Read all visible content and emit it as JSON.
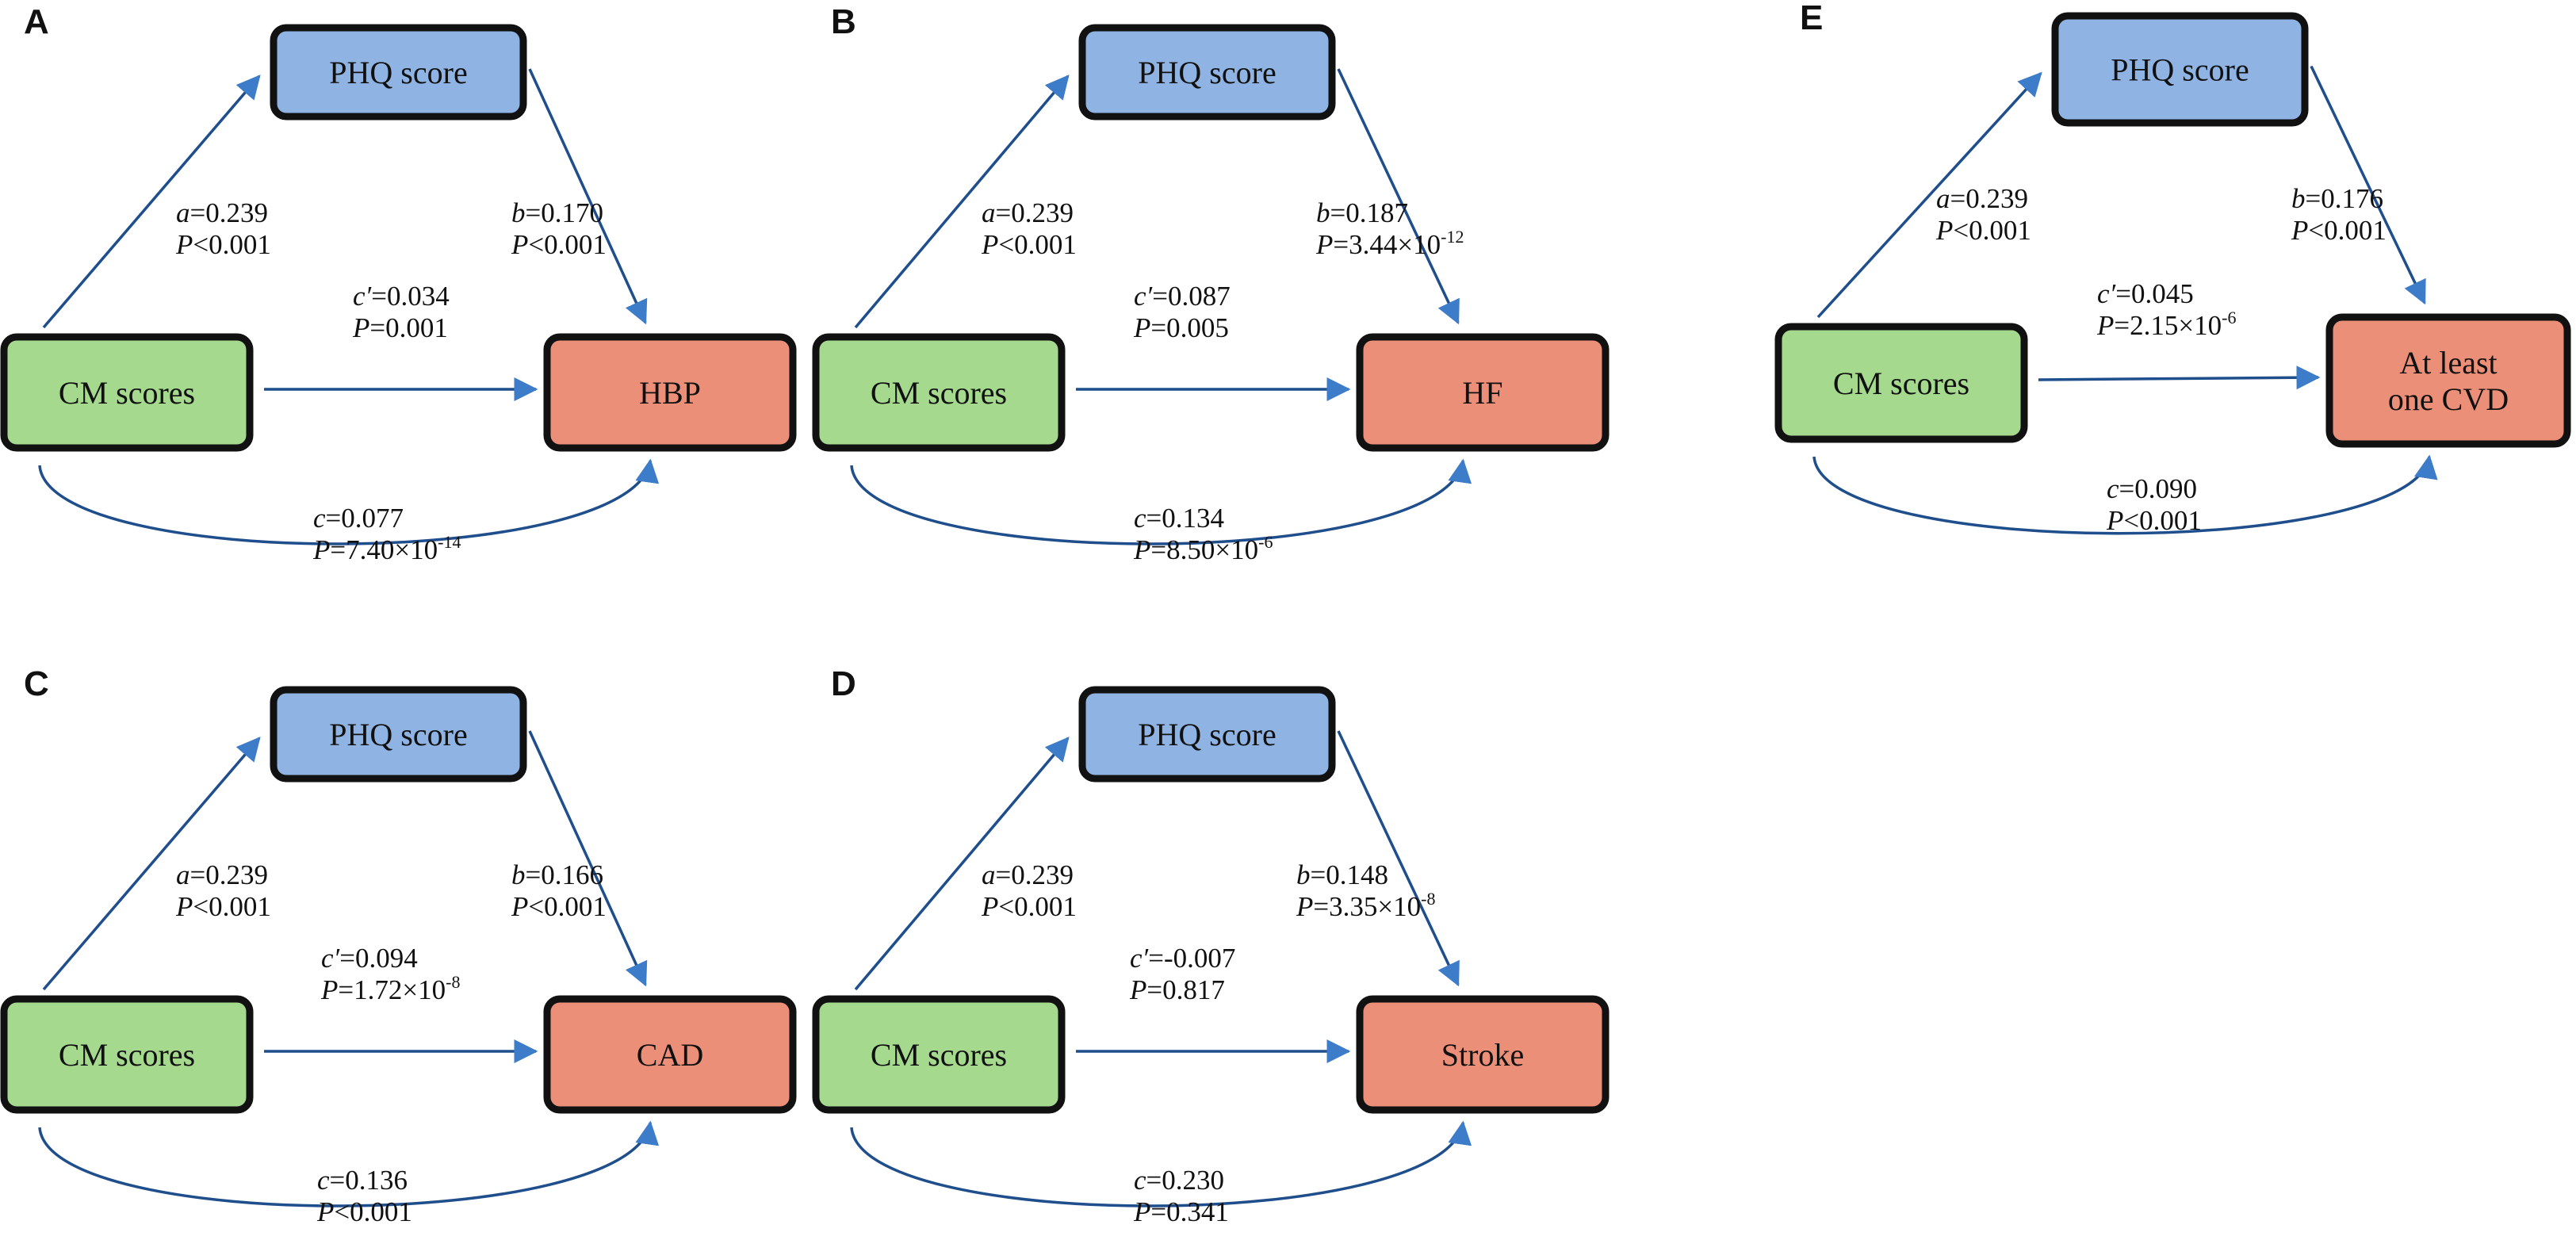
{
  "colors": {
    "mediator": "#8fb4e3",
    "exposure": "#a5d98e",
    "outcome": "#ec8f79",
    "arrow": "#1f4e8c",
    "arrowhead": "#3d7cc9"
  },
  "panels": [
    {
      "letter": "A",
      "mediator": "PHQ score",
      "exposure": "CM scores",
      "outcome": [
        "HBP"
      ],
      "a": {
        "coef_label": "a",
        "coef": "=0.239",
        "p_label": "P",
        "p": "<0.001",
        "p_sup": ""
      },
      "b": {
        "coef_label": "b",
        "coef": "=0.170",
        "p_label": "P",
        "p": "<0.001",
        "p_sup": ""
      },
      "c_prime": {
        "coef_label": "c′",
        "coef": "=0.034",
        "p_label": "P",
        "p": "=0.001",
        "p_sup": ""
      },
      "c": {
        "coef_label": "c",
        "coef": "=0.077",
        "p_label": "P",
        "p": "=7.40×10",
        "p_sup": "-14"
      }
    },
    {
      "letter": "B",
      "mediator": "PHQ score",
      "exposure": "CM scores",
      "outcome": [
        "HF"
      ],
      "a": {
        "coef_label": "a",
        "coef": "=0.239",
        "p_label": "P",
        "p": "<0.001",
        "p_sup": ""
      },
      "b": {
        "coef_label": "b",
        "coef": "=0.187",
        "p_label": "P",
        "p": "=3.44×10",
        "p_sup": "-12"
      },
      "c_prime": {
        "coef_label": "c′",
        "coef": "=0.087",
        "p_label": "P",
        "p": "=0.005",
        "p_sup": ""
      },
      "c": {
        "coef_label": "c",
        "coef": "=0.134",
        "p_label": "P",
        "p": "=8.50×10",
        "p_sup": "-6"
      }
    },
    {
      "letter": "C",
      "mediator": "PHQ score",
      "exposure": "CM scores",
      "outcome": [
        "CAD"
      ],
      "a": {
        "coef_label": "a",
        "coef": "=0.239",
        "p_label": "P",
        "p": "<0.001",
        "p_sup": ""
      },
      "b": {
        "coef_label": "b",
        "coef": "=0.166",
        "p_label": "P",
        "p": "<0.001",
        "p_sup": ""
      },
      "c_prime": {
        "coef_label": "c′",
        "coef": "=0.094",
        "p_label": "P",
        "p": "=1.72×10",
        "p_sup": "-8"
      },
      "c": {
        "coef_label": "c",
        "coef": "=0.136",
        "p_label": "P",
        "p": "<0.001",
        "p_sup": ""
      }
    },
    {
      "letter": "D",
      "mediator": "PHQ score",
      "exposure": "CM scores",
      "outcome": [
        "Stroke"
      ],
      "a": {
        "coef_label": "a",
        "coef": "=0.239",
        "p_label": "P",
        "p": "<0.001",
        "p_sup": ""
      },
      "b": {
        "coef_label": "b",
        "coef": "=0.148",
        "p_label": "P",
        "p": "=3.35×10",
        "p_sup": "-8"
      },
      "c_prime": {
        "coef_label": "c′",
        "coef": "=-0.007",
        "p_label": "P",
        "p": "=0.817",
        "p_sup": ""
      },
      "c": {
        "coef_label": "c",
        "coef": "=0.230",
        "p_label": "P",
        "p": "=0.341",
        "p_sup": ""
      }
    },
    {
      "letter": "E",
      "mediator": "PHQ score",
      "exposure": "CM scores",
      "outcome": [
        "At least",
        "one CVD"
      ],
      "a": {
        "coef_label": "a",
        "coef": "=0.239",
        "p_label": "P",
        "p": "<0.001",
        "p_sup": ""
      },
      "b": {
        "coef_label": "b",
        "coef": "=0.176",
        "p_label": "P",
        "p": "<0.001",
        "p_sup": ""
      },
      "c_prime": {
        "coef_label": "c′",
        "coef": "=0.045",
        "p_label": "P",
        "p": "=2.15×10",
        "p_sup": "-6"
      },
      "c": {
        "coef_label": "c",
        "coef": "=0.090",
        "p_label": "P",
        "p": "<0.001",
        "p_sup": ""
      }
    }
  ]
}
